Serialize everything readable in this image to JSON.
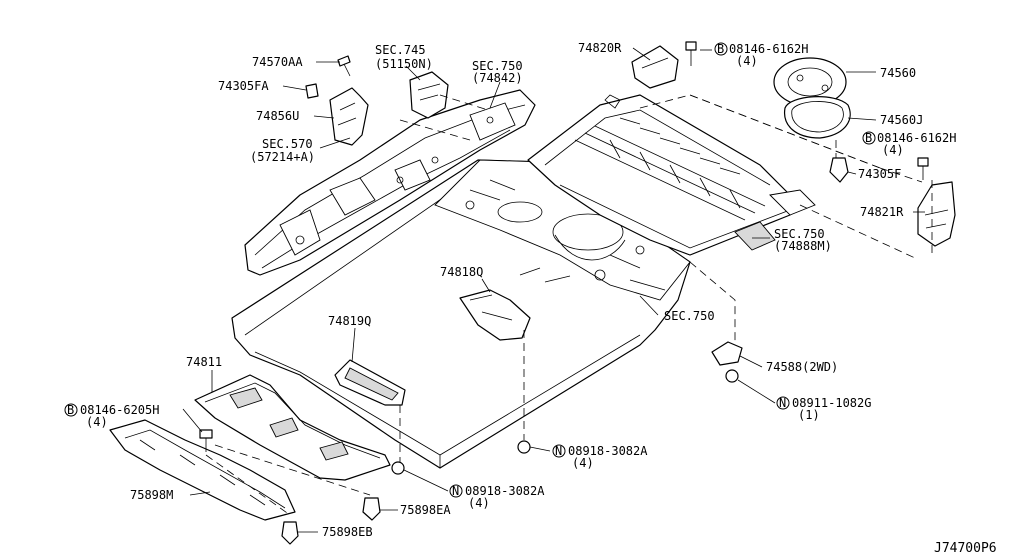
{
  "diagram": {
    "code": "J74700P6",
    "labels": {
      "l74570AA": "74570AA",
      "lSec745": "SEC.745",
      "lSec745sub": "(51150N)",
      "lSec750a": "SEC.750",
      "lSec750asub": "(74842)",
      "l74305FA": "74305FA",
      "l74856U": "74856U",
      "lSec570": "SEC.570",
      "lSec570sub": "(57214+A)",
      "l74820R": "74820R",
      "lBolt1": "08146-6162H",
      "lBolt1q": "(4)",
      "l74560": "74560",
      "l74560J": "74560J",
      "lBolt2": "08146-6162H",
      "lBolt2q": "(4)",
      "l74305F": "74305F",
      "l74821R": "74821R",
      "lSec750b": "SEC.750",
      "lSec750bsub": "(74888M)",
      "l74818Q": "74818Q",
      "l74819Q": "74819Q",
      "lSec750c": "SEC.750",
      "l74811": "74811",
      "lBolt3": "08146-6205H",
      "lBolt3q": "(4)",
      "l74588": "74588(2WD)",
      "lNut1": "08911-1082G",
      "lNut1q": "(1)",
      "lNut2": "08918-3082A",
      "lNut2q": "(4)",
      "lNut3": "08918-3082A",
      "lNut3q": "(4)",
      "l75898M": "75898M",
      "l75898EA": "75898EA",
      "l75898EB": "75898EB",
      "prefixB": "B",
      "prefixN": "N"
    }
  }
}
